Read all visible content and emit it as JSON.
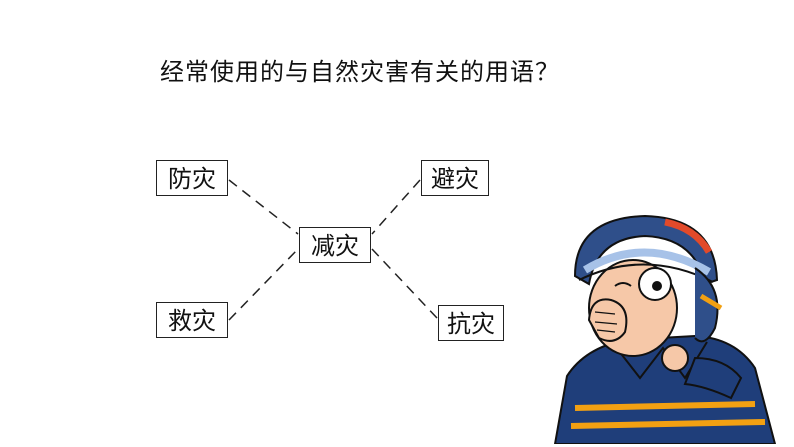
{
  "title": "经常使用的与自然灾害有关的用语？",
  "nodes": {
    "fangzai": "防灾",
    "jianzai": "减灾",
    "bizai": "避灾",
    "jiuzai": "救灾",
    "kangzai": "抗灾"
  },
  "colors": {
    "line": "#222222",
    "helmet": "#2f4f8a",
    "uniform": "#1f3e7a",
    "stripe": "#f2a012",
    "skin": "#f6c8a8"
  },
  "illustration": {
    "icon": "firefighter-yawning-icon"
  }
}
